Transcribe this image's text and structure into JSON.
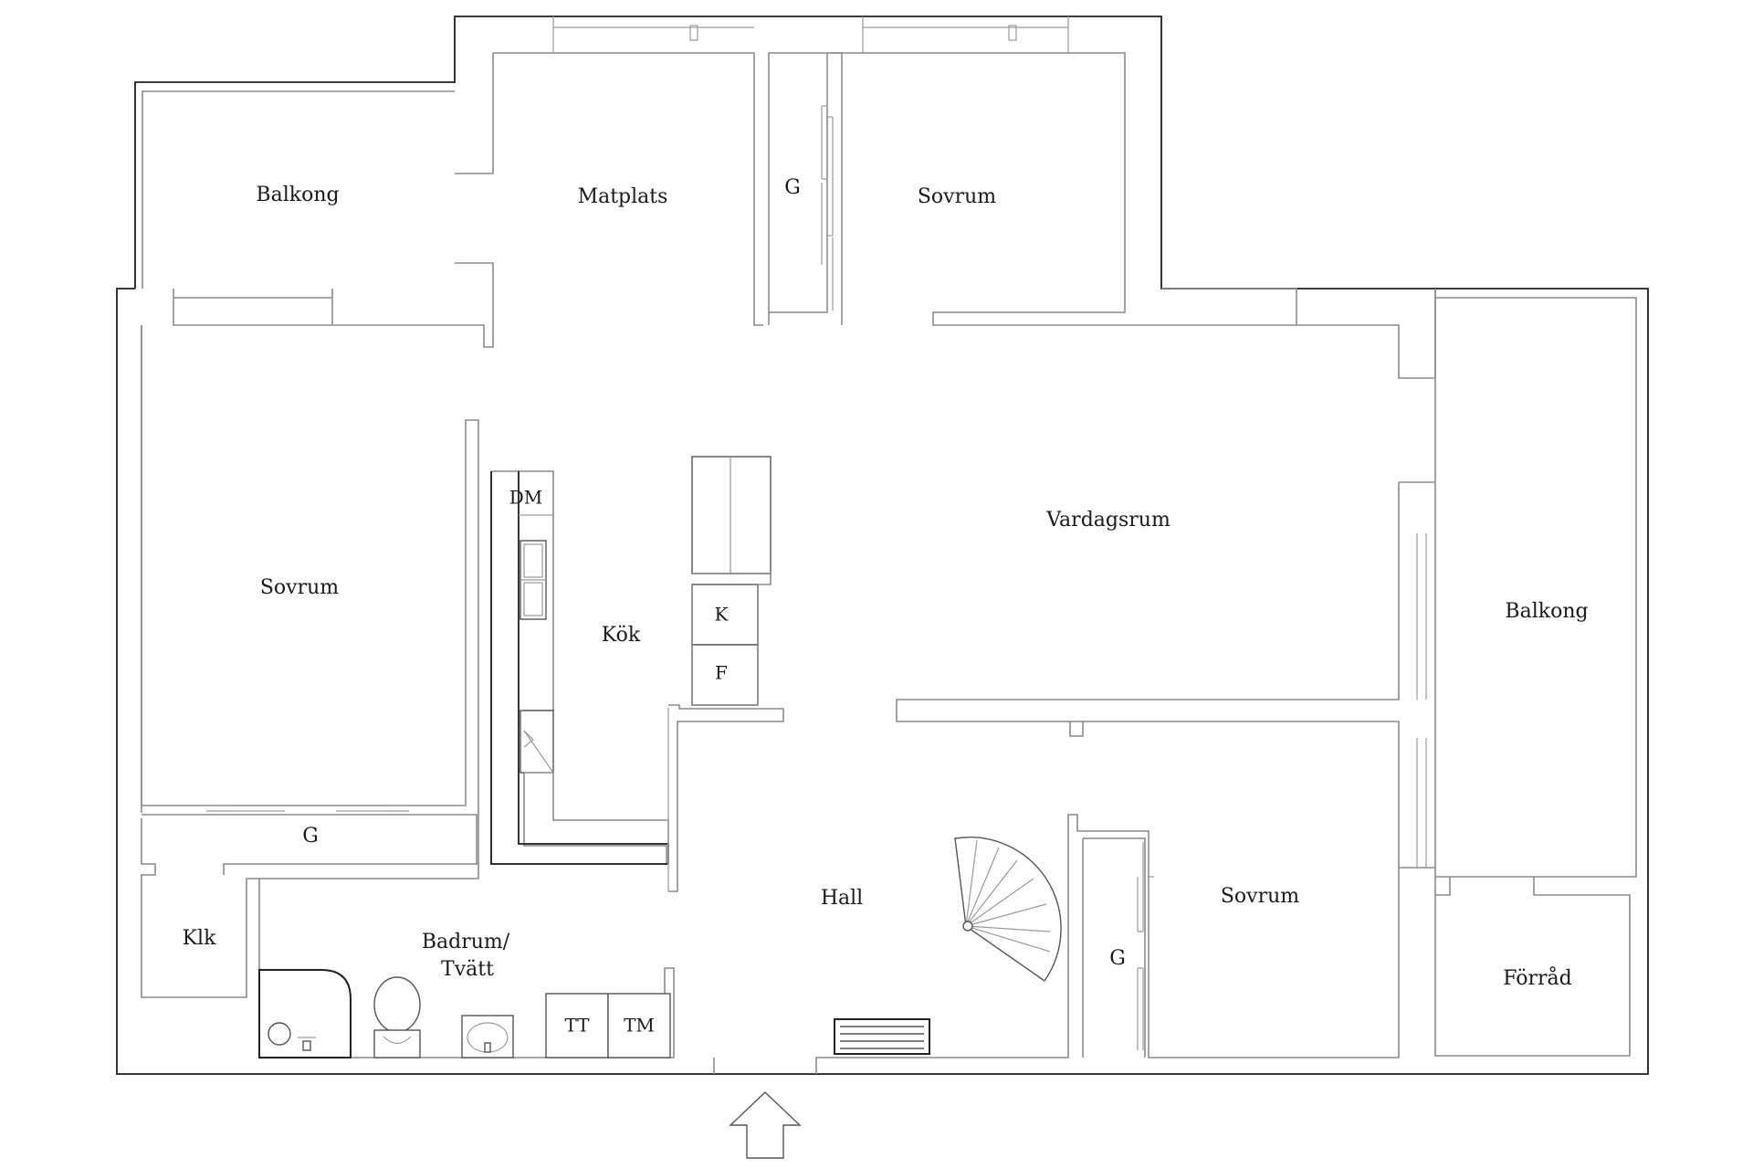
{
  "rooms": {
    "balkong_top": "Balkong",
    "matplats": "Matplats",
    "closet_top": "G",
    "sovrum_top": "Sovrum",
    "sovrum_left": "Sovrum",
    "kok": "Kök",
    "vardagsrum": "Vardagsrum",
    "balkong_right": "Balkong",
    "closet_left": "G",
    "klk": "Klk",
    "badrum_line1": "Badrum/",
    "badrum_line2": "Tvätt",
    "hall": "Hall",
    "sovrum_bottom": "Sovrum",
    "closet_bottom": "G",
    "forrad": "Förråd"
  },
  "fixtures": {
    "dishwasher": "DM",
    "fridge": "K",
    "freezer": "F",
    "dryer": "TT",
    "washer": "TM"
  }
}
